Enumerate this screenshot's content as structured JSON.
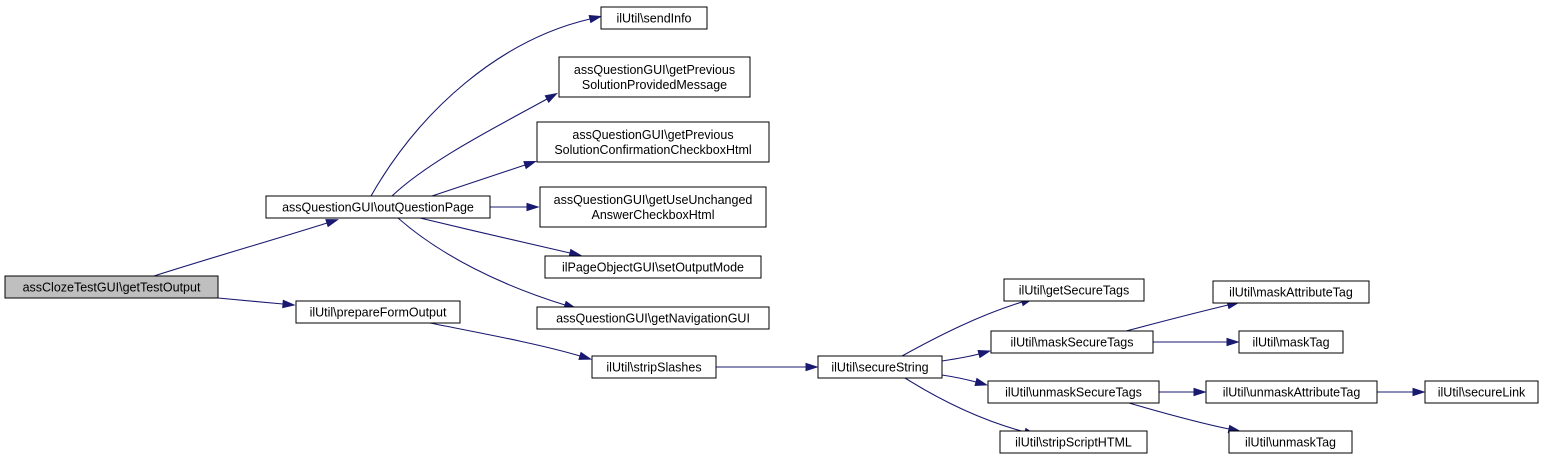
{
  "diagram": {
    "colors": {
      "edge": "#191970",
      "root_fill": "#bfbfbf",
      "node_fill": "#ffffff",
      "node_stroke": "#000000"
    },
    "nodes": {
      "root": [
        "assClozeTestGUI\\getTestOutput"
      ],
      "outQuestionPage": [
        "assQuestionGUI\\outQuestionPage"
      ],
      "sendInfo": [
        "ilUtil\\sendInfo"
      ],
      "prevMsg": [
        "assQuestionGUI\\getPrevious",
        "SolutionProvidedMessage"
      ],
      "prevChk": [
        "assQuestionGUI\\getPrevious",
        "SolutionConfirmationCheckboxHtml"
      ],
      "useUnchanged": [
        "assQuestionGUI\\getUseUnchanged",
        "AnswerCheckboxHtml"
      ],
      "setOutputMode": [
        "ilPageObjectGUI\\setOutputMode"
      ],
      "getNavigationGUI": [
        "assQuestionGUI\\getNavigationGUI"
      ],
      "prepareFormOutput": [
        "ilUtil\\prepareFormOutput"
      ],
      "stripSlashes": [
        "ilUtil\\stripSlashes"
      ],
      "secureString": [
        "ilUtil\\secureString"
      ],
      "getSecureTags": [
        "ilUtil\\getSecureTags"
      ],
      "maskSecureTags": [
        "ilUtil\\maskSecureTags"
      ],
      "unmaskSecureTags": [
        "ilUtil\\unmaskSecureTags"
      ],
      "stripScriptHTML": [
        "ilUtil\\stripScriptHTML"
      ],
      "maskAttributeTag": [
        "ilUtil\\maskAttributeTag"
      ],
      "maskTag": [
        "ilUtil\\maskTag"
      ],
      "unmaskAttributeTag": [
        "ilUtil\\unmaskAttributeTag"
      ],
      "unmaskTag": [
        "ilUtil\\unmaskTag"
      ],
      "secureLink": [
        "ilUtil\\secureLink"
      ]
    },
    "edges": [
      [
        "root",
        "outQuestionPage"
      ],
      [
        "root",
        "prepareFormOutput"
      ],
      [
        "outQuestionPage",
        "sendInfo"
      ],
      [
        "outQuestionPage",
        "prevMsg"
      ],
      [
        "outQuestionPage",
        "prevChk"
      ],
      [
        "outQuestionPage",
        "useUnchanged"
      ],
      [
        "outQuestionPage",
        "setOutputMode"
      ],
      [
        "outQuestionPage",
        "getNavigationGUI"
      ],
      [
        "prepareFormOutput",
        "stripSlashes"
      ],
      [
        "stripSlashes",
        "secureString"
      ],
      [
        "secureString",
        "getSecureTags"
      ],
      [
        "secureString",
        "maskSecureTags"
      ],
      [
        "secureString",
        "unmaskSecureTags"
      ],
      [
        "secureString",
        "stripScriptHTML"
      ],
      [
        "maskSecureTags",
        "maskAttributeTag"
      ],
      [
        "maskSecureTags",
        "maskTag"
      ],
      [
        "unmaskSecureTags",
        "unmaskAttributeTag"
      ],
      [
        "unmaskSecureTags",
        "unmaskTag"
      ],
      [
        "unmaskAttributeTag",
        "secureLink"
      ]
    ]
  }
}
